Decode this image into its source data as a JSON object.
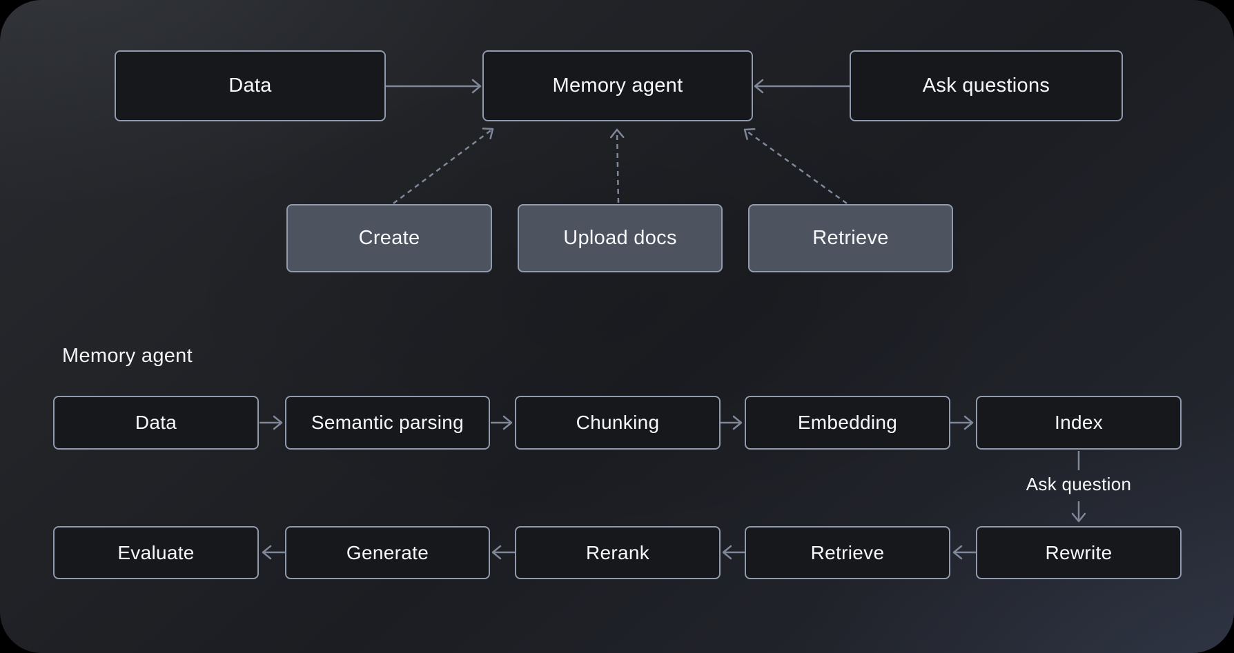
{
  "colors": {
    "page_bg": "#000000",
    "canvas_bg": "#1e2026",
    "node_dark_fill": "#17181b",
    "node_gray_fill": "#4d5460",
    "node_border": "#929bad",
    "arrow": "#7f8899",
    "text": "#f7f8fa"
  },
  "top_flow": {
    "data": "Data",
    "memory_agent": "Memory agent",
    "ask_questions": "Ask questions",
    "create": "Create",
    "upload_docs": "Upload docs",
    "retrieve": "Retrieve"
  },
  "pipeline": {
    "section_title": "Memory agent",
    "row1": [
      "Data",
      "Semantic parsing",
      "Chunking",
      "Embedding",
      "Index"
    ],
    "connector_label": "Ask question",
    "row2": [
      "Evaluate",
      "Generate",
      "Rerank",
      "Retrieve",
      "Rewrite"
    ]
  }
}
